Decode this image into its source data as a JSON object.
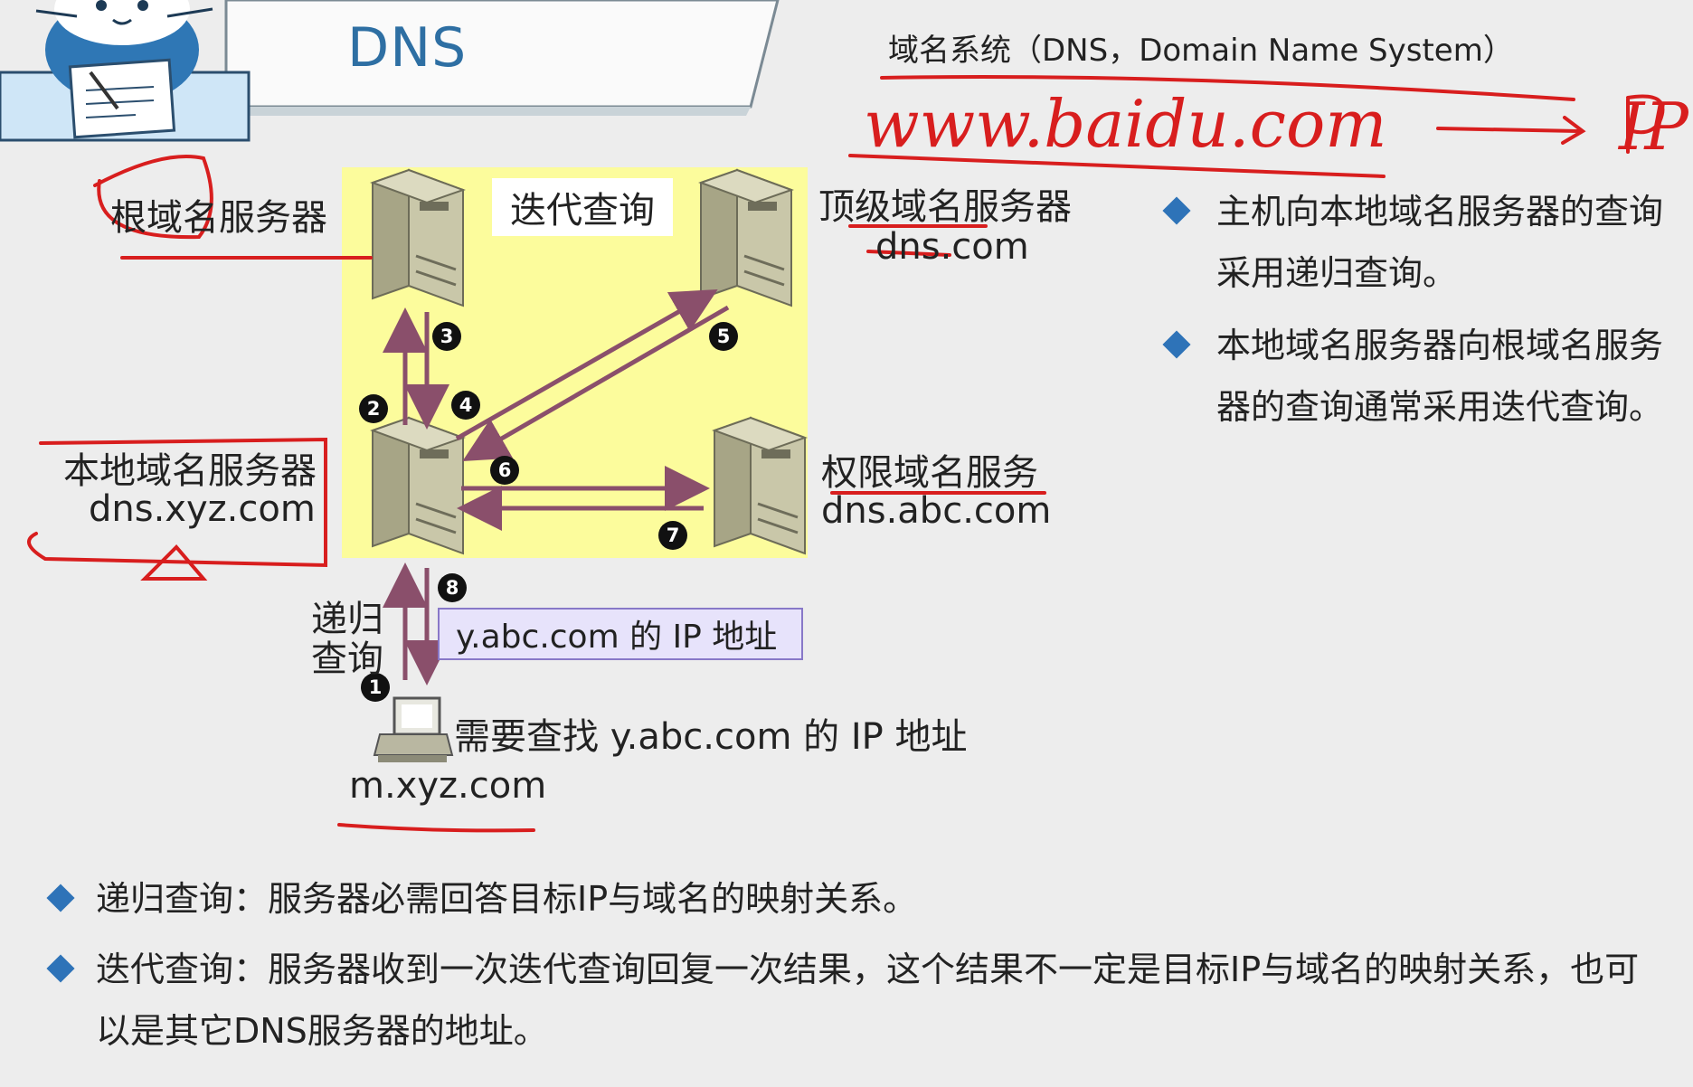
{
  "header": {
    "title": "DNS",
    "subtitle": "域名系统（DNS，Domain Name System）"
  },
  "annotation": {
    "handwriting": "www.baidu.com",
    "handwriting_target": "IP"
  },
  "diagram": {
    "iterative_label": "迭代查询",
    "root_server": "根域名服务器",
    "tld_server_name": "顶级域名服务器",
    "tld_server_host": "dns.com",
    "local_server_name": "本地域名服务器",
    "local_server_host": "dns.xyz.com",
    "auth_server_name": "权限域名服务",
    "auth_server_host": "dns.abc.com",
    "recursive_label_1": "递归",
    "recursive_label_2": "查询",
    "reply_box": "y.abc.com 的 IP 地址",
    "host_need": "需要查找 y.abc.com 的 IP 地址",
    "host_name": "m.xyz.com",
    "steps": [
      "1",
      "2",
      "3",
      "4",
      "5",
      "6",
      "7",
      "8"
    ]
  },
  "right_bullets": [
    "主机向本地域名服务器的查询采用递归查询。",
    "本地域名服务器向根域名服务器的查询通常采用迭代查询。"
  ],
  "bottom_bullets": [
    "递归查询：服务器必需回答目标IP与域名的映射关系。",
    "迭代查询：服务器收到一次迭代查询回复一次结果，这个结果不一定是目标IP与域名的映射关系，也可以是其它DNS服务器的地址。"
  ],
  "colors": {
    "title": "#2e6fa3",
    "accent_diamond": "#2e73b8",
    "diagram_bg": "#fcfc9c",
    "arrow": "#8a4f6b",
    "ink_red": "#d81e1e"
  }
}
